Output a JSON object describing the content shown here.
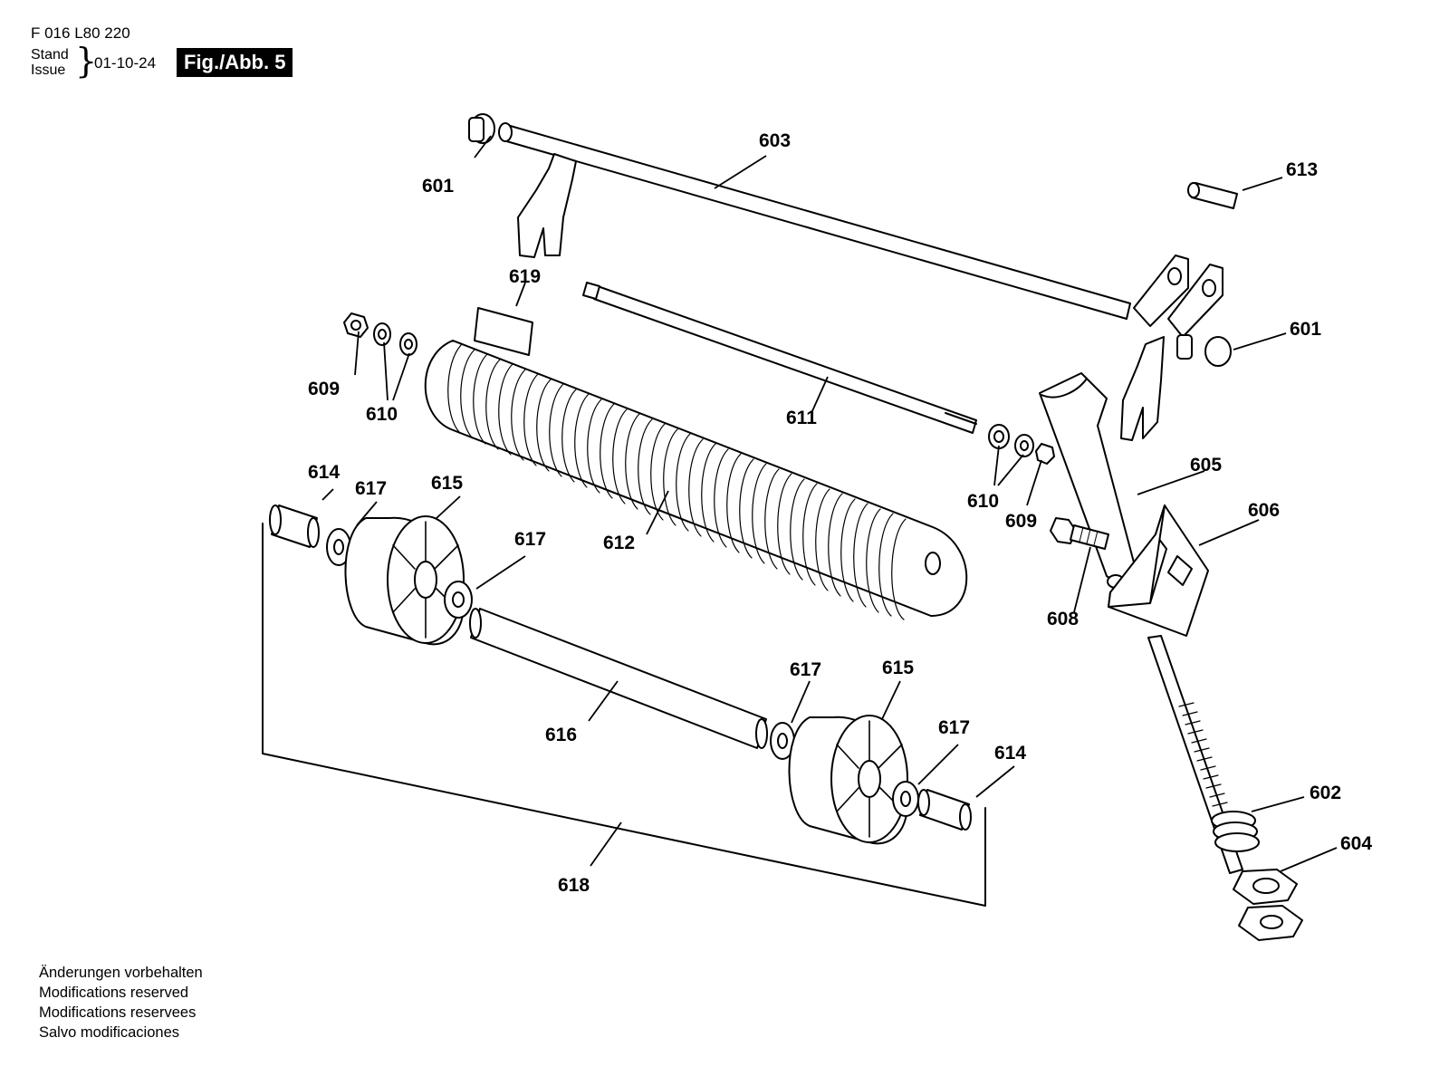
{
  "header": {
    "doc_number": "F 016 L80 220",
    "stand_label": "Stand",
    "issue_label": "Issue",
    "issue_date": "01-10-24",
    "figure_label": "Fig./Abb. 5"
  },
  "footer": {
    "notes": [
      "Änderungen vorbehalten",
      "Modifications reserved",
      "Modifications reservees",
      "Salvo modificaciones"
    ]
  },
  "part_labels": {
    "p601a": "601",
    "p601b": "601",
    "p602": "602",
    "p603": "603",
    "p604": "604",
    "p605": "605",
    "p606": "606",
    "p608": "608",
    "p609a": "609",
    "p609b": "609",
    "p610a": "610",
    "p610b": "610",
    "p611": "611",
    "p612": "612",
    "p613": "613",
    "p614a": "614",
    "p614b": "614",
    "p615a": "615",
    "p615b": "615",
    "p616": "616",
    "p617a": "617",
    "p617b": "617",
    "p617c": "617",
    "p617d": "617",
    "p618": "618",
    "p619": "619"
  }
}
